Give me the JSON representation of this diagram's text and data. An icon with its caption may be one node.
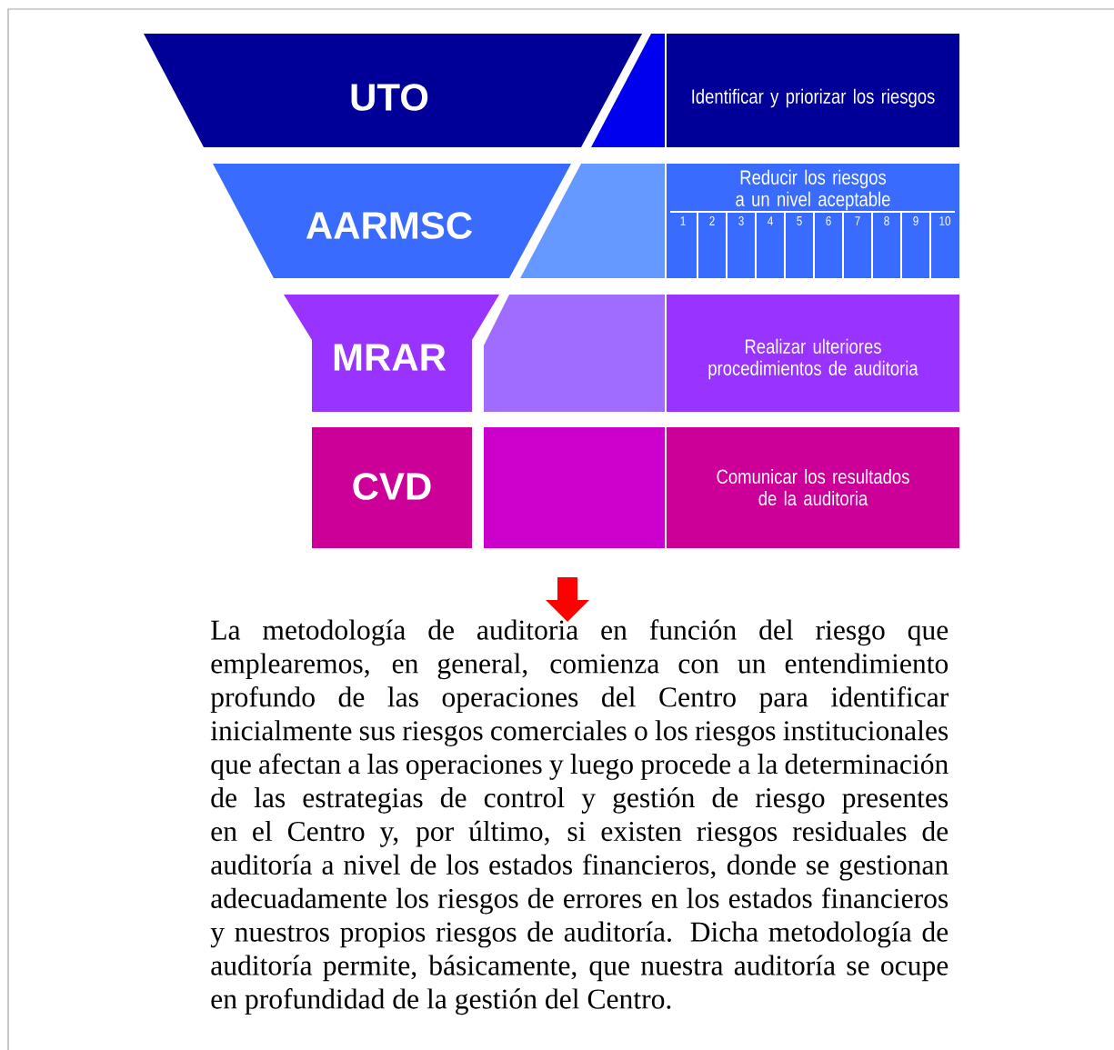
{
  "diagram": {
    "nodes": [
      {
        "text": [
          "UTO"
        ]
      },
      {
        "text": [],
        "shape": "box"
      },
      {
        "text": [
          "Identificar y priorizar los riesgos"
        ]
      },
      {
        "text": [
          "AARMSC"
        ]
      },
      {
        "text": [],
        "shape": "box"
      },
      {
        "text": [
          "Reducir los riesgos a un nivel aceptable"
        ]
      },
      {
        "text": [
          "MRAR"
        ]
      },
      {
        "text": [],
        "shape": "box"
      },
      {
        "text": [
          "Realizar ulteriores procedimientos de auditoria"
        ]
      },
      {
        "text": [
          "CVD"
        ]
      },
      {
        "text": [],
        "shape": "box"
      },
      {
        "text": [
          "Comunicar los resultados de la auditoria"
        ]
      }
    ],
    "labels": [
      "1",
      "2",
      "3",
      "4",
      "5",
      "6",
      "7",
      "8",
      "9",
      "10",
      "La metodología de auditoria en función del riesgo que emplearemos, en general, comienza con un entendimiento profundo de las operaciones del Centro para identificar inicialmente sus riesgos comerciales o los riesgos institucionales que afectan a las operaciones y luego procede a la determinación de las estrategias de control y gestión de riesgo presentes en el Centro y, por último, si existen riesgos residuales de auditoría a nivel de los estados financieros, donde se gestionan adecuadamente los riesgos de errores en los estados financieros y nuestros propios riesgos de auditoría. Dicha metodología de auditoría permite, básicamente, que nuestra auditoría se ocupe en profundidad de la gestión del Centro."
    ]
  }
}
